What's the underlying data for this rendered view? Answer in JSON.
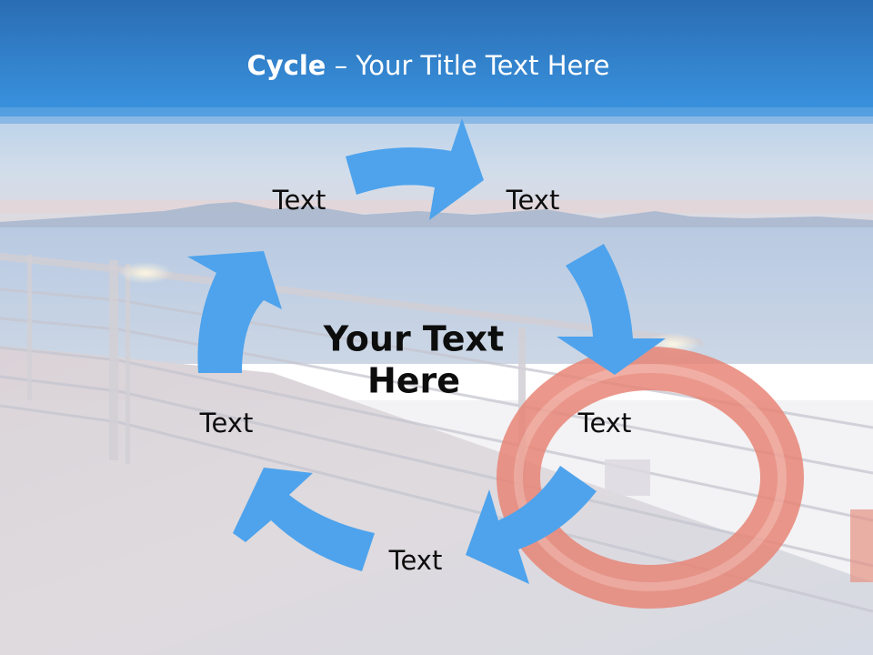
{
  "title": {
    "bold": "Cycle",
    "rest": " – Your Title Text Here"
  },
  "center_text": {
    "line1": "Your Text",
    "line2": "Here"
  },
  "labels": [
    "Text",
    "Text",
    "Text",
    "Text",
    "Text"
  ],
  "colors": {
    "arrow": "#4ea3ec",
    "header_top": "#1f6fb9",
    "header_bottom": "#3a92dd",
    "text": "#0d0d0d"
  },
  "icons": [
    "cycle-arrow",
    "cycle-arrow",
    "cycle-arrow",
    "cycle-arrow",
    "cycle-arrow"
  ]
}
